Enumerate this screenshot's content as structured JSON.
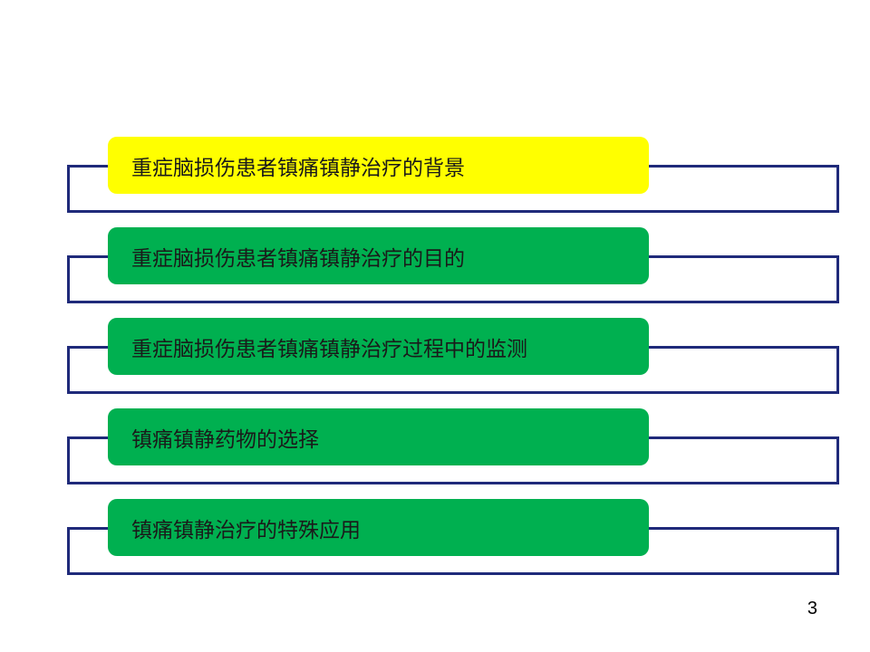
{
  "agenda": {
    "items": [
      {
        "label": "重症脑损伤患者镇痛镇静治疗的背景",
        "highlight": "yellow"
      },
      {
        "label": "重症脑损伤患者镇痛镇静治疗的目的",
        "highlight": "green"
      },
      {
        "label": "重症脑损伤患者镇痛镇静治疗过程中的监测",
        "highlight": "green"
      },
      {
        "label": "镇痛镇静药物的选择",
        "highlight": "green"
      },
      {
        "label": "镇痛镇静治疗的特殊应用",
        "highlight": "green"
      }
    ]
  },
  "colors": {
    "yellow": "#FFFF00",
    "green": "#00B050",
    "frame": "#1F2A7A"
  },
  "page_number": "3"
}
